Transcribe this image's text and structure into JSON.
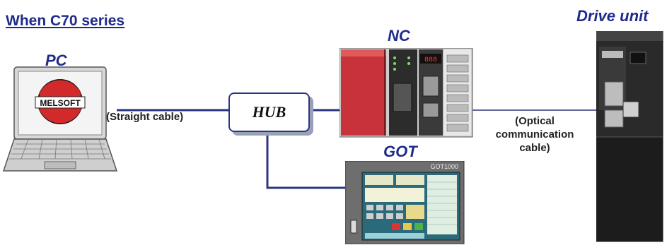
{
  "diagram": {
    "title": "When C70 series",
    "nodes": {
      "pc": {
        "label": "PC",
        "screen_logo": "MELSOFT"
      },
      "hub": {
        "label": "HUB"
      },
      "nc": {
        "label": "NC",
        "display": "888"
      },
      "got": {
        "label": "GOT",
        "model": "GOT1000"
      },
      "drive": {
        "label": "Drive unit"
      }
    },
    "cables": {
      "straight": "(Straight cable)",
      "optical": [
        "(Optical",
        "communication",
        "cable)"
      ]
    },
    "colors": {
      "label": "#1f2b8c",
      "connector_line": "#2a3680",
      "nc_body": "#c8323a",
      "drive_body": "#2a2a2a"
    }
  }
}
